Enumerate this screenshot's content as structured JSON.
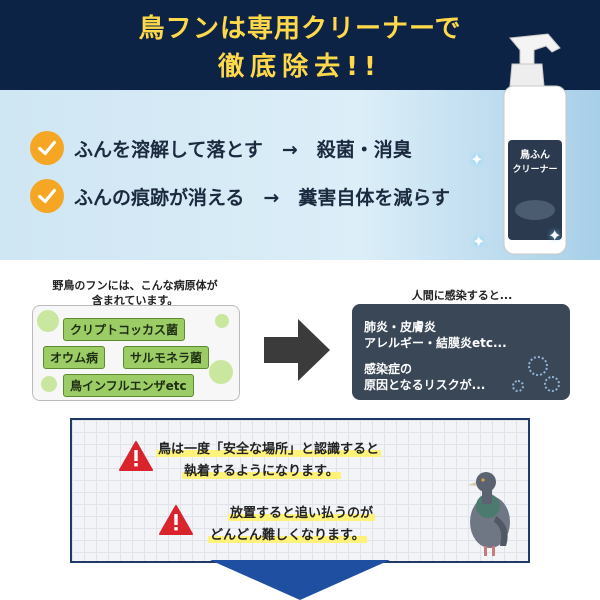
{
  "header": {
    "title_line1": "鳥フンは専用クリーナーで",
    "title_line2": "徹底除去!!"
  },
  "benefits": [
    {
      "text": "ふんを溶解して落とす　→　殺菌・消臭"
    },
    {
      "text": "ふんの痕跡が消える　→　糞害自体を減らす"
    }
  ],
  "product": {
    "label": "鳥ふんクリーナー",
    "label_line1": "鳥ふん",
    "label_line2": "クリーナー"
  },
  "pathogens": {
    "caption_line1": "野鳥のフンには、こんな病原体が",
    "caption_line2": "含まれています。",
    "items": [
      "クリプトコッカス菌",
      "オウム病",
      "サルモネラ菌",
      "鳥インフルエンザetc"
    ]
  },
  "infection": {
    "caption": "人間に感染すると...",
    "lines": [
      "肺炎・皮膚炎",
      "アレルギー・結膜炎etc...",
      "感染症の",
      "原因となるリスクが..."
    ]
  },
  "warnings": {
    "line1": "鳥は一度「安全な場所」と認識すると",
    "line2": "執着するようになります。",
    "line3": "放置すると追い払うのが",
    "line4": "どんどん難しくなります。"
  },
  "colors": {
    "header_bg": "#0d2346",
    "title_yellow": "#ffd94a",
    "check_orange": "#f5a623",
    "tag_green": "#9ccc65",
    "dark_box": "#3a4756",
    "warn_red": "#d9232d",
    "panel_border": "#1f3a68"
  },
  "icons": {
    "check": "check-circle-icon",
    "arrow": "arrow-right-icon",
    "warning": "warning-triangle-icon",
    "down": "arrow-down-icon"
  }
}
